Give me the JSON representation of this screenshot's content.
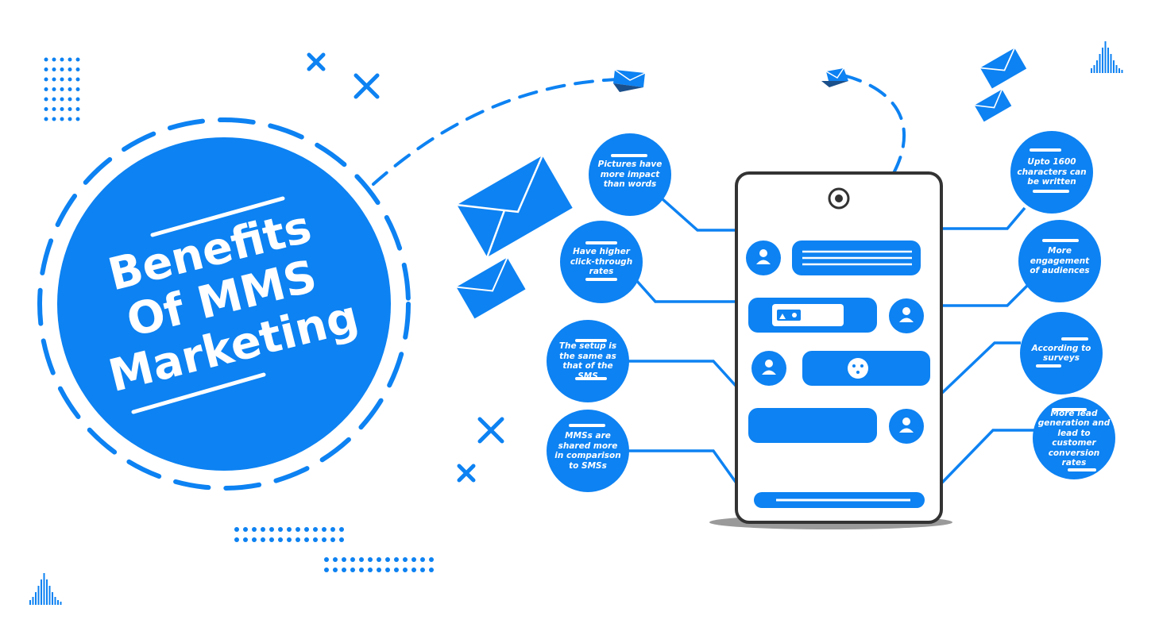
{
  "title": {
    "line1": "Benefits",
    "line2": "Of MMS",
    "line3": "Marketing"
  },
  "benefits": [
    {
      "text": "Pictures have more impact than words"
    },
    {
      "text": "Have higher click-through rates"
    },
    {
      "text": "The setup is the same as that of the SMS"
    },
    {
      "text": "MMSs are shared more in comparison to SMSs"
    },
    {
      "text": "Upto 1600 characters can be written"
    },
    {
      "text": "More engagement of audiences"
    },
    {
      "text": "According to surveys"
    },
    {
      "text": "More lead generation and lead to customer conversion rates"
    }
  ],
  "colors": {
    "primary": "#0d82f2",
    "outline": "#333333",
    "shadow": "#9a9a9a",
    "envelope_dark": "#1b4f8a"
  },
  "icons": [
    "envelope-icon",
    "user-icon",
    "image-icon",
    "emoji-icon",
    "camera-icon",
    "cross-icon",
    "dot-grid",
    "sound-wave-icon"
  ]
}
